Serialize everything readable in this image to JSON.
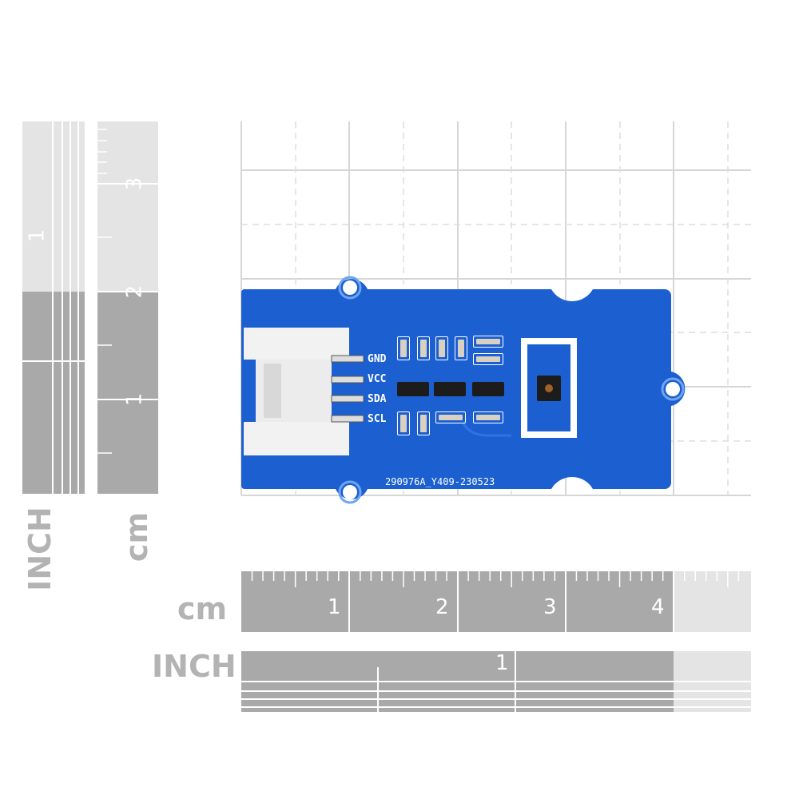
{
  "vertical_rulers": {
    "inch": {
      "label": "INCH",
      "numbers": [
        "1"
      ]
    },
    "cm": {
      "label": "cm",
      "numbers": [
        "3",
        "2",
        "1"
      ]
    }
  },
  "horizontal_rulers": {
    "cm": {
      "label": "cm",
      "numbers": [
        "1",
        "2",
        "3",
        "4"
      ]
    },
    "inch": {
      "label": "INCH",
      "numbers": [
        "1"
      ]
    }
  },
  "board": {
    "pins": [
      "GND",
      "VCC",
      "SDA",
      "SCL"
    ],
    "silkscreen": "290976A_Y409-230523"
  },
  "colors": {
    "pcb": "#1b5fd1",
    "ruler_dark": "#a9a9a9",
    "ruler_light": "#e4e4e4"
  }
}
